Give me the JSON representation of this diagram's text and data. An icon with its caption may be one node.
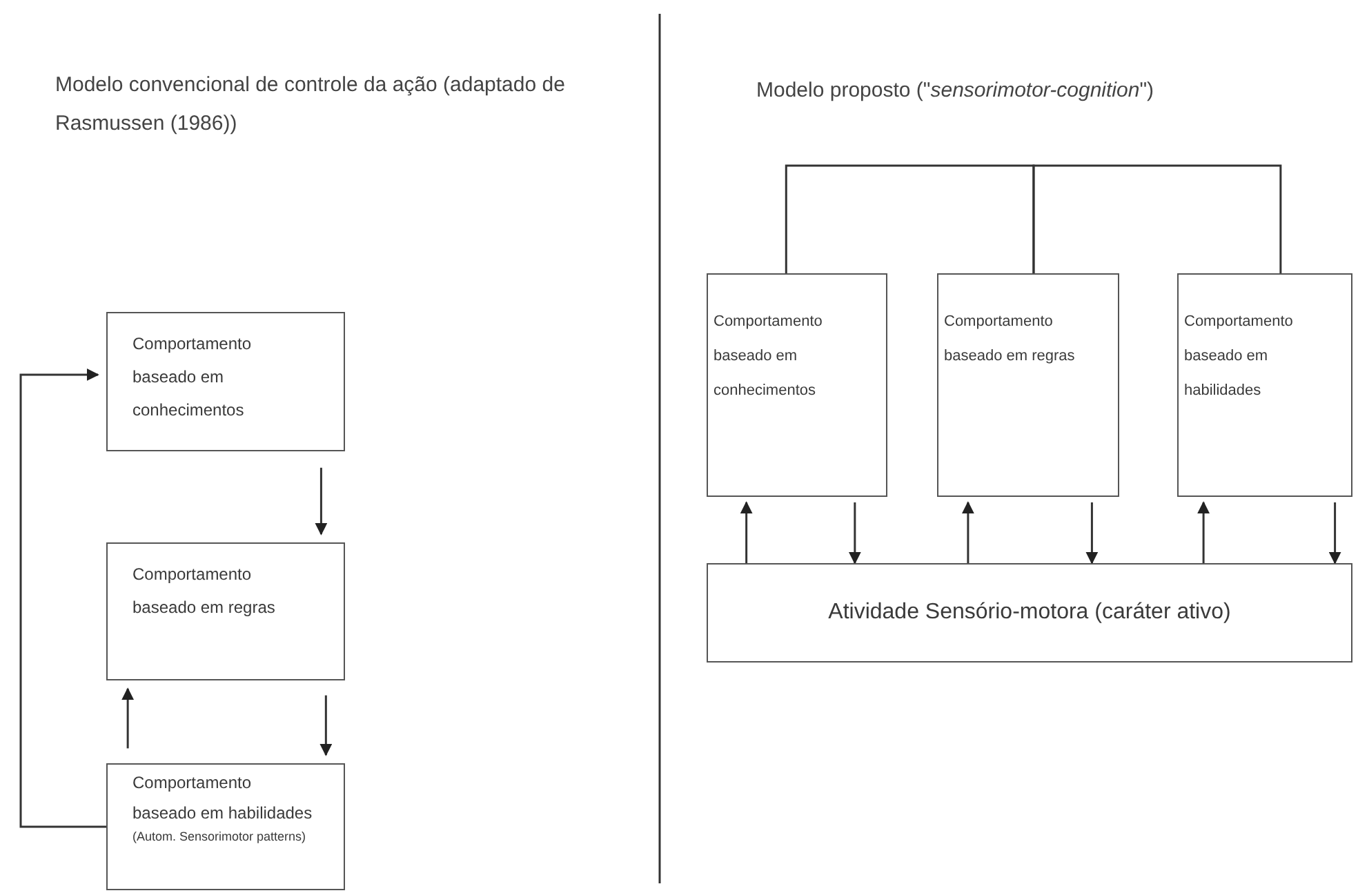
{
  "diagram": {
    "nodes": [
      {
        "text": [
          "Comportamento baseado em conhecimentos"
        ]
      },
      {
        "text": [
          "Comportamento baseado em regras"
        ]
      },
      {
        "text": [
          "Comportamento baseado em habilidades",
          "(Autom. Sensorimotor patterns)"
        ]
      },
      {
        "text": [
          "Comportamento baseado em conhecimentos"
        ]
      },
      {
        "text": [
          "Comportamento baseado em regras"
        ]
      },
      {
        "text": [
          "Comportamento baseado em habilidades"
        ]
      },
      {
        "text": [
          "Atividade Sensório-motora (caráter ativo)"
        ]
      }
    ],
    "edges": [
      {
        "from": 0,
        "to": 1,
        "arrow": "to"
      },
      {
        "from": 1,
        "to": 2,
        "arrow": "to"
      },
      {
        "from": 2,
        "to": 1,
        "arrow": "to"
      },
      {
        "from": 2,
        "to": 0,
        "arrow": "to"
      },
      {
        "from": 3,
        "to": 4,
        "arrow": "none"
      },
      {
        "from": 4,
        "to": 5,
        "arrow": "none"
      },
      {
        "from": 6,
        "to": 3,
        "arrow": "to"
      },
      {
        "from": 3,
        "to": 6,
        "arrow": "to"
      },
      {
        "from": 6,
        "to": 4,
        "arrow": "to"
      },
      {
        "from": 4,
        "to": 6,
        "arrow": "to"
      },
      {
        "from": 6,
        "to": 5,
        "arrow": "to"
      },
      {
        "from": 5,
        "to": 6,
        "arrow": "to"
      }
    ],
    "labels": [
      "Modelo convencional de controle da ação (adaptado de Rasmussen (1986))",
      "Modelo proposto (\"*sensorimotor-cognition*\")"
    ]
  }
}
